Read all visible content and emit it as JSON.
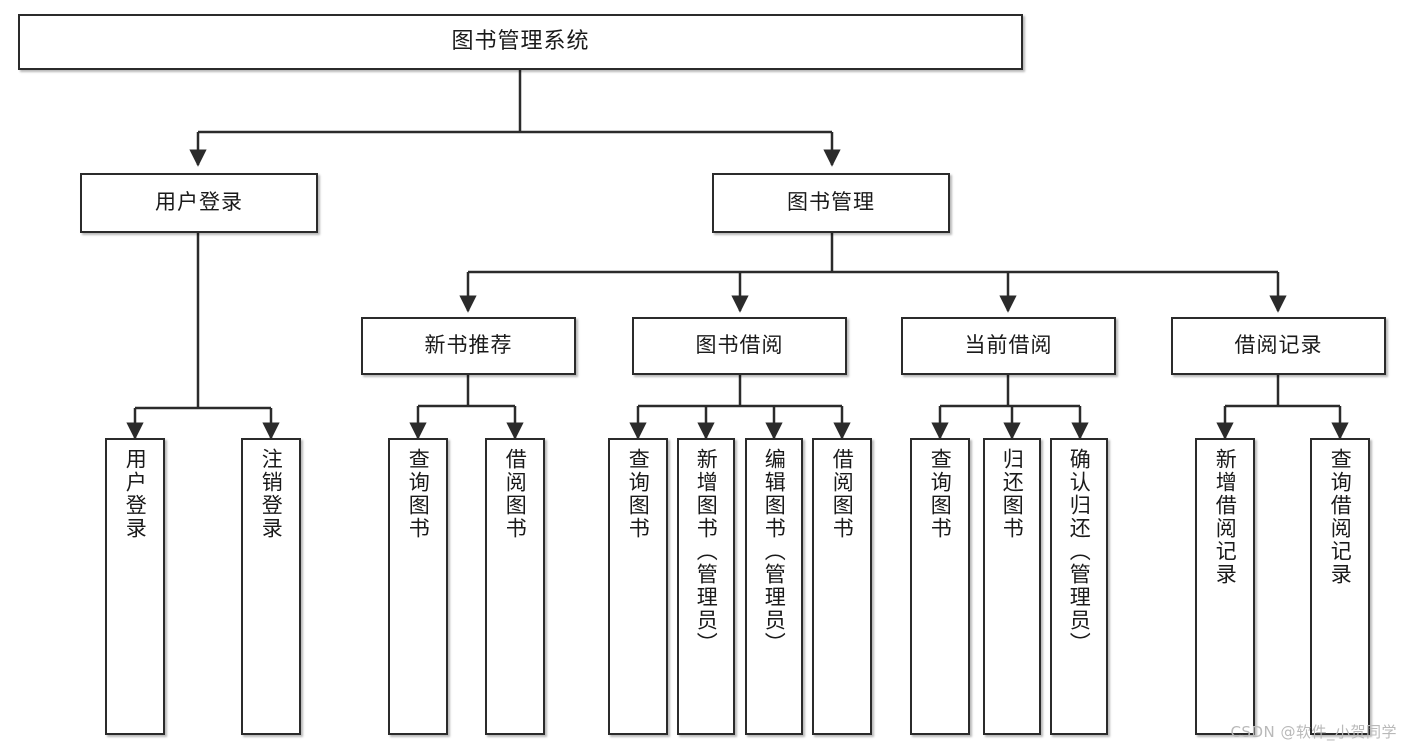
{
  "diagram": {
    "title": "图书管理系统",
    "type": "tree-hierarchy",
    "orientation": "top-down"
  },
  "root": {
    "label": "图书管理系统"
  },
  "level1": [
    {
      "label": "用户登录"
    },
    {
      "label": "图书管理"
    }
  ],
  "level2": [
    {
      "label": "新书推荐"
    },
    {
      "label": "图书借阅"
    },
    {
      "label": "当前借阅"
    },
    {
      "label": "借阅记录"
    }
  ],
  "leaves": [
    {
      "label": "用户登录"
    },
    {
      "label": "注销登录"
    },
    {
      "label": "查询图书"
    },
    {
      "label": "借阅图书"
    },
    {
      "label": "查询图书"
    },
    {
      "label": "新增图书（管理员）"
    },
    {
      "label": "编辑图书（管理员）"
    },
    {
      "label": "借阅图书"
    },
    {
      "label": "查询图书"
    },
    {
      "label": "归还图书"
    },
    {
      "label": "确认归还（管理员）"
    },
    {
      "label": "新增借阅记录"
    },
    {
      "label": "查询借阅记录"
    }
  ],
  "watermark": {
    "text": "CSDN @软件_小贺同学"
  },
  "colors": {
    "border": "#2b2b2b",
    "background": "#ffffff",
    "text": "#1a1a1a",
    "connector": "#2b2b2b",
    "watermark": "#b9b9b9"
  }
}
